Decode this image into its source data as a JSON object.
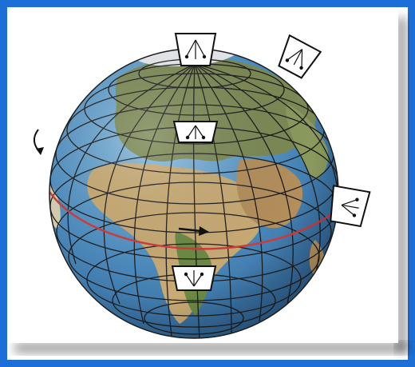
{
  "figure": {
    "background_color": "#1c6fd6",
    "card_color": "#ffffff",
    "ocean_color": "#3f7fb8",
    "land_color": "#b79a6a",
    "vegetation_color": "#5c7a3a",
    "grid_color": "#1d1d1d",
    "equator_color": "#d23a3a",
    "icons": {
      "rotation": "curved-arrow-icon",
      "motion": "right-arrow-icon",
      "frame": "inclined-frame-icon"
    },
    "observer_frames": [
      {
        "name": "north-pole-frame"
      },
      {
        "name": "high-latitude-frame"
      },
      {
        "name": "mid-latitude-frame"
      },
      {
        "name": "equator-right-frame"
      },
      {
        "name": "southern-frame"
      }
    ]
  }
}
